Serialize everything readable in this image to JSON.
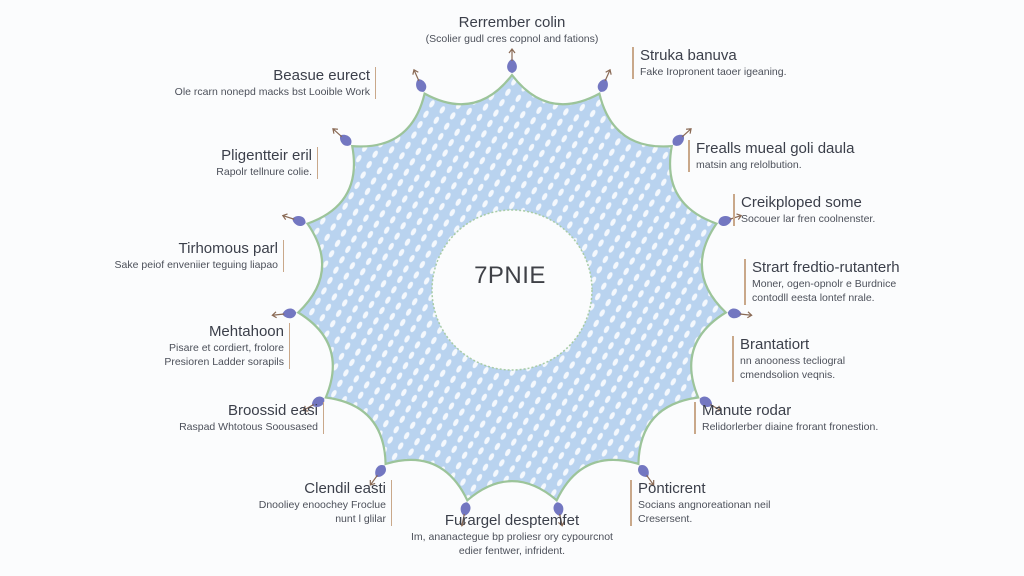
{
  "center": {
    "label": "7PNIE"
  },
  "colors": {
    "ring_fill": "#c9ddf3",
    "ring_edge": "#9cc49a",
    "petal": "#5b5fb6",
    "accent_bar": "#c9a88a",
    "text": "#3b3f4a"
  },
  "nodes": [
    {
      "title": "Rerrember colin",
      "desc": [
        "(Scolier gudl cres copnol and fations)"
      ]
    },
    {
      "title": "Struka banuva",
      "desc": [
        "Fake Iropronent taoer igeaning."
      ]
    },
    {
      "title": "Frealls mueal goli daula",
      "desc": [
        "matsin ang relolbution."
      ]
    },
    {
      "title": "Creikploped some",
      "desc": [
        "Socouer lar fren coolnenster."
      ]
    },
    {
      "title": "Strart fredtio-rutanterh",
      "desc": [
        "Moner, ogen-opnolr e Burdnice",
        "contodll eesta lontef nrale."
      ]
    },
    {
      "title": "Brantatiort",
      "desc": [
        "nn anooness tecliogral",
        "cmendsolion veqnis."
      ]
    },
    {
      "title": "Manute rodar",
      "desc": [
        "Relidorlerber diaine frorant fronestion."
      ]
    },
    {
      "title": "Ponticrent",
      "desc": [
        "Socians angnoreationan neil",
        "Cresersent."
      ]
    },
    {
      "title": "Furargel desptemfet",
      "desc": [
        "Im, ananactegue bp proliesr ory cypourcnot",
        "edier fentwer, infrident."
      ]
    },
    {
      "title": "Clendil easti",
      "desc": [
        "Dnooliey enoochey Froclue",
        "nunt l glilar"
      ]
    },
    {
      "title": "Broossid easi",
      "desc": [
        "Raspad Whtotous Soousased"
      ]
    },
    {
      "title": "Mehtahoon",
      "desc": [
        "Pisare et cordiert, frolore",
        "Presioren Ladder sorapils"
      ]
    },
    {
      "title": "Tirhomous parl",
      "desc": [
        "Sake peiof enveniier teguing liapao"
      ]
    },
    {
      "title": "Pligentteir eril",
      "desc": [
        "Rapolr tellnure colie."
      ]
    },
    {
      "title": "Beasue eurect",
      "desc": [
        "Ole rcarn nonepd macks bst Looible Work"
      ]
    }
  ]
}
